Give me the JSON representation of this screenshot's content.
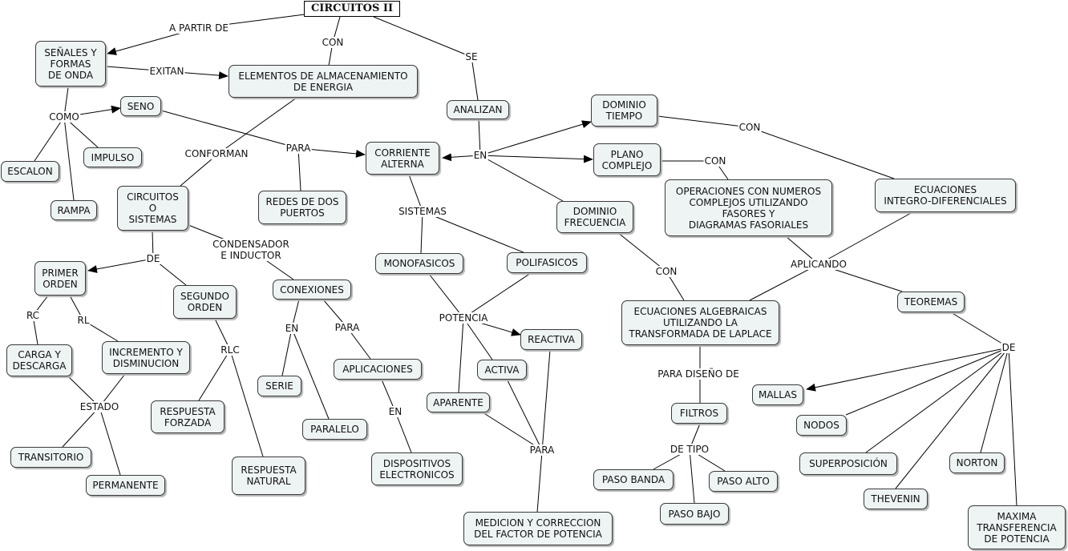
{
  "title": "CIRCUITOS II",
  "concepts": {
    "senales": "SEÑALES Y\nFORMAS\nDE ONDA",
    "elementos": "ELEMENTOS DE ALMACENAMIENTO\nDE ENERGIA",
    "analizan": "ANALIZAN",
    "dominio_tiempo": "DOMINIO\nTIEMPO",
    "plano_complejo": "PLANO\nCOMPLEJO",
    "seno": "SENO",
    "impulso": "IMPULSO",
    "escalon": "ESCALON",
    "rampa": "RAMPA",
    "corriente_alterna": "CORRIENTE\nALTERNA",
    "circuitos_sistemas": "CIRCUITOS\nO\nSISTEMAS",
    "redes": "REDES DE DOS\nPUERTOS",
    "operaciones": "OPERACIONES CON NUMEROS\nCOMPLEJOS UTILIZANDO\nFASORES Y\nDIAGRAMAS FASORIALES",
    "ecuaciones_integro": "ECUACIONES\nINTEGRO-DIFERENCIALES",
    "dominio_frecuencia": "DOMINIO\nFRECUENCIA",
    "primer_orden": "PRIMER\nORDEN",
    "segundo_orden": "SEGUNDO\nORDEN",
    "conexiones": "CONEXIONES",
    "monofasicos": "MONOFASICOS",
    "polifasicos": "POLIFASICOS",
    "ecuaciones_algebraicas": "ECUACIONES ALGEBRAICAS\nUTILIZANDO LA\nTRANSFORMADA DE LAPLACE",
    "teoremas": "TEOREMAS",
    "reactiva": "REACTIVA",
    "carga_descarga": "CARGA Y\nDESCARGA",
    "incremento": "INCREMENTO Y\nDISMINUCION",
    "activa": "ACTIVA",
    "aplicaciones": "APLICACIONES",
    "serie": "SERIE",
    "mallas": "MALLAS",
    "aparente": "APARENTE",
    "respuesta_forzada": "RESPUESTA\nFORZADA",
    "filtros": "FILTROS",
    "nodos": "NODOS",
    "paralelo": "PARALELO",
    "transitorio": "TRANSITORIO",
    "dispositivos": "DISPOSITIVOS\nELECTRONICOS",
    "respuesta_natural": "RESPUESTA\nNATURAL",
    "superposicion": "SUPERPOSICIÓN",
    "norton": "NORTON",
    "paso_banda": "PASO BANDA",
    "paso_alto": "PASO ALTO",
    "permanente": "PERMANENTE",
    "thevenin": "THEVENIN",
    "paso_bajo": "PASO BAJO",
    "medicion": "MEDICION Y CORRECCION\nDEL FACTOR DE POTENCIA",
    "maxima": "MAXIMA\nTRANSFERENCIA\nDE POTENCIA"
  },
  "links": {
    "a_partir_de": "A PARTIR DE",
    "con_1": "CON",
    "se": "SE",
    "exitan": "EXITAN",
    "como": "COMO",
    "en_1": "EN",
    "con_2": "CON",
    "con_3": "CON",
    "conforman": "CONFORMAN",
    "para_1": "PARA",
    "sistemas": "SISTEMAS",
    "condensador": "CONDENSADOR\nE INDUCTOR",
    "de_1": "DE",
    "aplicando": "APLICANDO",
    "con_4": "CON",
    "rc": "RC",
    "rl": "RL",
    "potencia": "POTENCIA",
    "en_2": "EN",
    "para_2": "PARA",
    "rlc": "RLC",
    "de_2": "DE",
    "para_diseno": "PARA DISEÑO DE",
    "estado": "ESTADO",
    "en_3": "EN",
    "de_tipo": "DE TIPO",
    "para_3": "PARA"
  }
}
